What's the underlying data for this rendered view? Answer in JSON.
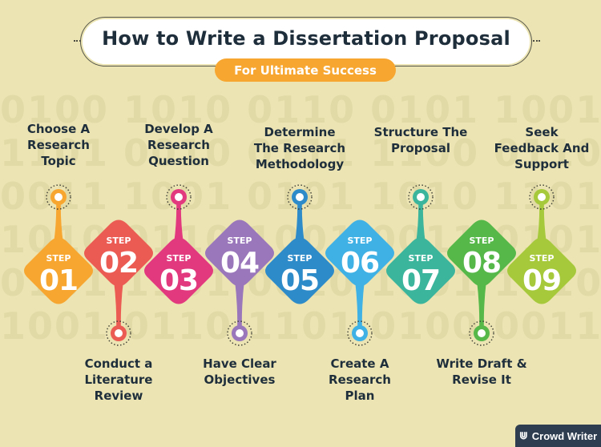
{
  "header": {
    "title": "How to Write a Dissertation Proposal",
    "subtitle": "For Ultimate Success"
  },
  "steps": [
    {
      "word": "STEP",
      "num": "01",
      "label": "Choose A Research Topic",
      "color": "#f7a630"
    },
    {
      "word": "STEP",
      "num": "02",
      "label": "Conduct a Literature Review",
      "color": "#ec5b53"
    },
    {
      "word": "STEP",
      "num": "03",
      "label": "Develop A Research Question",
      "color": "#e2397e"
    },
    {
      "word": "STEP",
      "num": "04",
      "label": "Have Clear Objectives",
      "color": "#9a76ba"
    },
    {
      "word": "STEP",
      "num": "05",
      "label": "Determine The Research Methodology",
      "color": "#2e8bc9"
    },
    {
      "word": "STEP",
      "num": "06",
      "label": "Create A Research Plan",
      "color": "#3fb1e4"
    },
    {
      "word": "STEP",
      "num": "07",
      "label": "Structure The Proposal",
      "color": "#3bb59c"
    },
    {
      "word": "STEP",
      "num": "08",
      "label": "Write Draft & Revise It",
      "color": "#55b849"
    },
    {
      "word": "STEP",
      "num": "09",
      "label": "Seek Feedback And Support",
      "color": "#a5c93a"
    }
  ],
  "brand": {
    "logo_icon": "crowd-writer-logo-icon",
    "name": "Crowd Writer"
  }
}
